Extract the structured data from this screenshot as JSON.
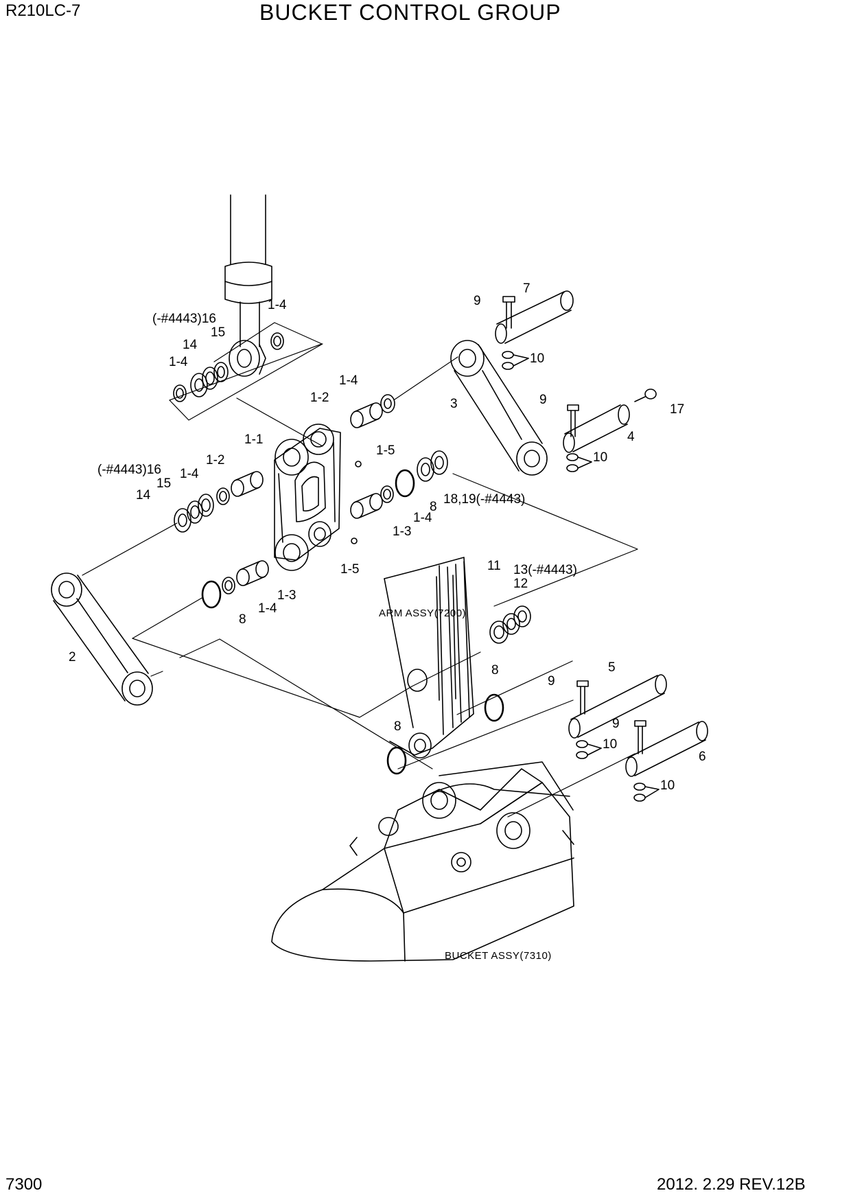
{
  "header": {
    "model": "R210LC-7",
    "title": "BUCKET CONTROL GROUP"
  },
  "footer": {
    "page_number": "7300",
    "revision": "2012. 2.29  REV.12B"
  },
  "assemblies": {
    "arm": "ARM ASSY(7200)",
    "bucket": "BUCKET ASSY(7310)"
  },
  "callouts": [
    "(-#4443)16",
    "15",
    "14",
    "1-4",
    "1-4",
    "1-4",
    "1-2",
    "1-1",
    "1-5",
    "(-#4443)16",
    "1-4",
    "15",
    "14",
    "1-2",
    "1-4",
    "8",
    "18,19(-#4443)",
    "1-3",
    "1-5",
    "1-3",
    "1-4",
    "8",
    "2",
    "9",
    "7",
    "10",
    "3",
    "9",
    "17",
    "4",
    "10",
    "11",
    "13(-#4443)",
    "12",
    "8",
    "8",
    "9",
    "5",
    "9",
    "10",
    "6",
    "10"
  ]
}
